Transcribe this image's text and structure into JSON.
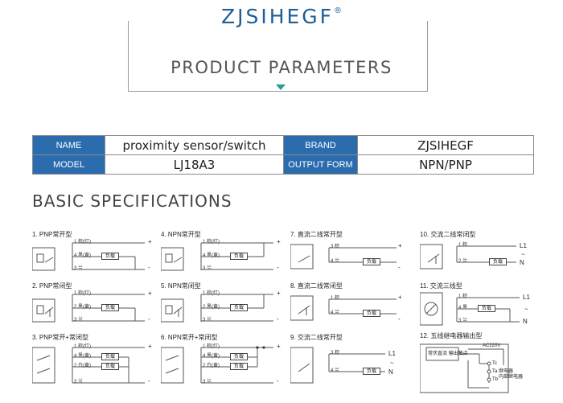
{
  "header": {
    "brand": "ZJSIHEGF",
    "registered_mark": "®",
    "title": "PRODUCT PARAMETERS"
  },
  "params": {
    "row1": {
      "name_label": "NAME",
      "name_value": "proximity sensor/switch",
      "brand_label": "BRAND",
      "brand_value": "ZJSIHEGF"
    },
    "row2": {
      "model_label": "MODEL",
      "model_value": "LJ18A3",
      "output_label": "OUTPUT FORM",
      "output_value": "NPN/PNP"
    }
  },
  "specs": {
    "heading": "BASIC SPECIFICATIONS",
    "load_label": "负载",
    "d1": {
      "title": "1. PNP常开型",
      "w1": "1 棕(红)",
      "w2": "4 黑(黄)",
      "w3": "3 兰",
      "plus": "+",
      "minus": "-"
    },
    "d2": {
      "title": "2. PNP常闭型",
      "w1": "1 棕(红)",
      "w2": "2 黑(黄)",
      "w3": "3 兰",
      "plus": "+",
      "minus": "-"
    },
    "d3": {
      "title": "3. PNP常开+常闭型",
      "w1": "1 棕(红)",
      "w2": "4 黑(黄)",
      "w3": "2 白(黄)",
      "w4": "3 兰",
      "plus": "+",
      "minus": "-"
    },
    "d4": {
      "title": "4. NPN常开型",
      "w1": "1 棕(红)",
      "w2": "4 黑(黄)",
      "w3": "3 兰",
      "plus": "+",
      "minus": "-"
    },
    "d5": {
      "title": "5. NPN常闭型",
      "w1": "1 棕(红)",
      "w2": "2 黑(黄)",
      "w3": "3 兰",
      "plus": "+",
      "minus": "-"
    },
    "d6": {
      "title": "6. NPN常开+常闭型",
      "w1": "1 棕(红)",
      "w2": "4 黑(黄)",
      "w3": "2 白(黄)",
      "w4": "3 兰",
      "plus": "+",
      "minus": "-"
    },
    "d7": {
      "title": "7. 直流二线常开型",
      "w1": "3 棕",
      "w2": "4 兰",
      "plus": "+",
      "minus": "-"
    },
    "d8": {
      "title": "8. 直流二线常闭型",
      "w1": "1 棕",
      "w2": "4 兰",
      "plus": "+",
      "minus": "-"
    },
    "d9": {
      "title": "9. 交流二线常开型",
      "w1": "3 棕",
      "w2": "4 兰",
      "l1": "L1",
      "tilde": "~",
      "n": "N"
    },
    "d10": {
      "title": "10. 交流二线常闭型",
      "w1": "1 棕",
      "w2": "2 兰",
      "l1": "L1",
      "tilde": "~",
      "n": "N"
    },
    "d11": {
      "title": "11. 交流三线型",
      "w1": "1 棕",
      "w2": "4 黑",
      "w3": "3 兰",
      "l1": "L1",
      "tilde": "~",
      "n": "N"
    },
    "d12": {
      "title": "12. 五线继电器输出型",
      "box": "常伏直流 输出触点",
      "ac": "AC220V",
      "tc": "Tc",
      "ta": "Ta",
      "tb": "Tb",
      "note1": "继电器",
      "note2": "内部继电器"
    }
  }
}
